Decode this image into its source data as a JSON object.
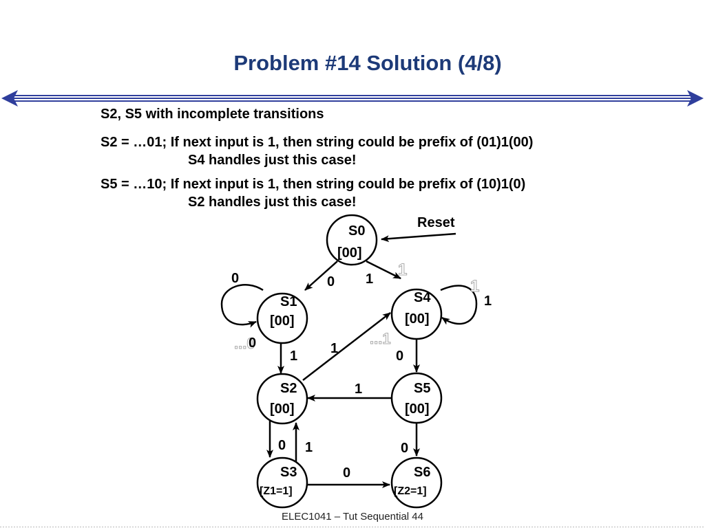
{
  "slide": {
    "title": "Problem #14 Solution (4/8)",
    "lines": [
      "S2, S5 with incomplete transitions",
      "S2 = …01; If next input is 1, then string could be prefix of (01)1(00)",
      "S4 handles just this case!",
      "S5 = …10; If next input is 1, then string could be prefix of (10)1(0)",
      "S2 handles just this case!"
    ],
    "footer": "ELEC1041 – Tut  Sequential 44",
    "title_color": "#1d3a78",
    "divider_color": "#2f3e9c"
  },
  "diagram": {
    "reset_label": "Reset",
    "states": [
      {
        "id": "S0",
        "label": "S0",
        "output": "[00]"
      },
      {
        "id": "S1",
        "label": "S1",
        "output": "[00]"
      },
      {
        "id": "S4",
        "label": "S4",
        "output": "[00]"
      },
      {
        "id": "S2",
        "label": "S2",
        "output": "[00]"
      },
      {
        "id": "S5",
        "label": "S5",
        "output": "[00]"
      },
      {
        "id": "S3",
        "label": "S3",
        "output": "[Z1=1]"
      },
      {
        "id": "S6",
        "label": "S6",
        "output": "[Z2=1]"
      }
    ],
    "transitions": [
      {
        "from": "S0",
        "to": "S1",
        "input": "0"
      },
      {
        "from": "S0",
        "to": "S4",
        "input": "1"
      },
      {
        "from": "S1",
        "to": "S1",
        "input": "0"
      },
      {
        "from": "S1",
        "to": "S2",
        "input": "1"
      },
      {
        "from": "S4",
        "to": "S4",
        "input": "1"
      },
      {
        "from": "S4",
        "to": "S5",
        "input": "0"
      },
      {
        "from": "S2",
        "to": "S4",
        "input": "1"
      },
      {
        "from": "S5",
        "to": "S2",
        "input": "1"
      },
      {
        "from": "S2",
        "to": "S3",
        "input": "0"
      },
      {
        "from": "S3",
        "to": "S2",
        "input": "1"
      },
      {
        "from": "S5",
        "to": "S6",
        "input": "0"
      },
      {
        "from": "S3",
        "to": "S6",
        "input": "0"
      }
    ],
    "ghost_labels": [
      "1",
      "1",
      "...0",
      "...1"
    ],
    "extra_labels": [
      "0"
    ]
  }
}
